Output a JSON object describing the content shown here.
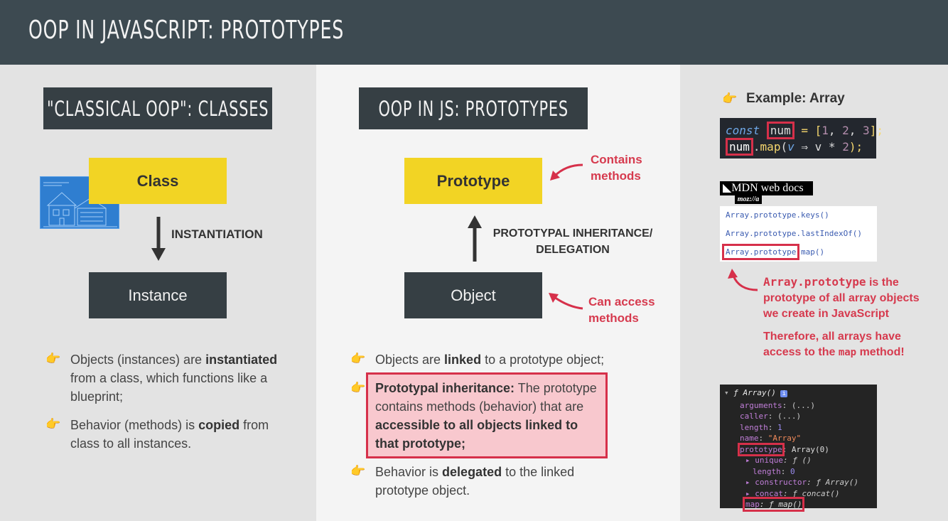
{
  "header": {
    "title": "OOP IN JAVASCRIPT: PROTOTYPES"
  },
  "left": {
    "heading": "\"CLASSICAL OOP\": CLASSES",
    "class_label": "Class",
    "arrow_label": "INSTANTIATION",
    "instance_label": "Instance",
    "bullet1": {
      "a": "Objects (instances) are ",
      "b": "instantiated",
      "c": " from a class, which functions like a blueprint;"
    },
    "bullet2": {
      "a": "Behavior (methods) is ",
      "b": "copied",
      "c": " from class to all instances."
    }
  },
  "middle": {
    "heading": "OOP IN JS: PROTOTYPES",
    "prototype_label": "Prototype",
    "object_label": "Object",
    "contains_methods": "Contains methods",
    "can_access_methods": "Can access methods",
    "inheritance_label": "PROTOTYPAL INHERITANCE/ DELEGATION",
    "bullet1": {
      "a": "Objects are ",
      "b": "linked",
      "c": " to a prototype object;"
    },
    "bullet2": {
      "a": "Prototypal inheritance:",
      "b": " The prototype contains methods (behavior) that are ",
      "c": "accessible to all objects linked to that prototype;"
    },
    "bullet3": {
      "a": "Behavior is ",
      "b": "delegated",
      "c": " to the linked prototype object."
    }
  },
  "right": {
    "example_label": "Example: Array",
    "code": {
      "line1": {
        "kw": "const ",
        "var": "num",
        "rest1": " = [",
        "n1": "1",
        "c1": ", ",
        "n2": "2",
        "c2": ", ",
        "n3": "3",
        "end": "];"
      },
      "line2": {
        "var": "num",
        "dot": ".",
        "fn": "map",
        "p1": "(",
        "v": "v",
        "arrow": " ⇒ ",
        "v2": "v",
        "op": " * ",
        "n": "2",
        "end": ");"
      }
    },
    "mdn": {
      "brand": "MDN web docs",
      "sub": "moz://a"
    },
    "methods": [
      "Array.prototype.keys()",
      "Array.prototype.lastIndexOf()"
    ],
    "method3": {
      "a": "Array.prototype",
      "b": ".map()"
    },
    "note1": {
      "code": "Array.prototype",
      "a": " is the ",
      "b": "prototype",
      "c": " of all array objects we create in JavaScript"
    },
    "note2": {
      "a": "Therefore, ",
      "b": "all",
      "c": " arrays have access to the ",
      "code": "map",
      "d": " method!"
    },
    "console": {
      "head": "ƒ Array()",
      "lines": [
        {
          "k": "arguments",
          "v": ": (...)"
        },
        {
          "k": "caller",
          "v": ": (...)"
        },
        {
          "k": "length",
          "v": ": ",
          "n": "1"
        },
        {
          "k": "name",
          "v": ": ",
          "s": "\"Array\""
        }
      ],
      "proto_key": "prototype",
      "proto_val": ": Array(0)",
      "sub": [
        {
          "k": "▸ unique",
          "v": ": ƒ ()"
        },
        {
          "k": "length",
          "v": ": ",
          "n": "0"
        },
        {
          "k": "▸ constructor",
          "v": ": ƒ Array()"
        },
        {
          "k": "▸ concat",
          "v": ": ƒ concat()"
        }
      ],
      "map_key": "map",
      "map_val": ": ƒ map()"
    }
  },
  "colors": {
    "red": "#d6304a",
    "yellow": "#f2d424",
    "dark": "#363f44",
    "header": "#3d4a51"
  }
}
